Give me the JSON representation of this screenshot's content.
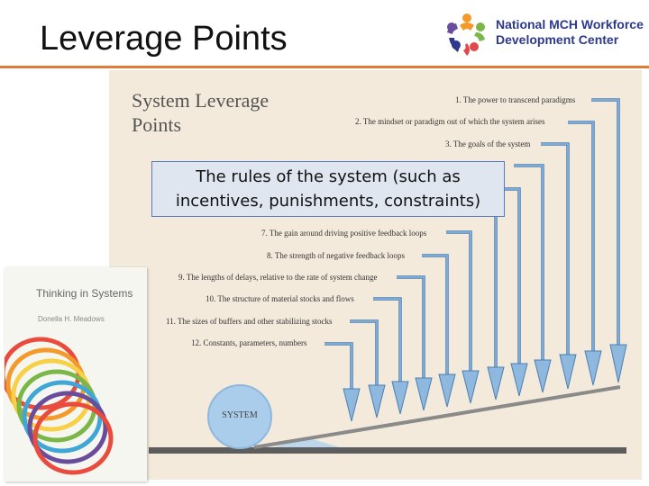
{
  "slide": {
    "title": "Leverage Points"
  },
  "logo": {
    "line1": "National MCH Workforce",
    "line2": "Development Center",
    "icon": "people-circle-logo"
  },
  "diagram": {
    "title_line1": "System Leverage",
    "title_line2": "Points",
    "points": [
      "1. The power to transcend paradigms",
      "2. The mindset or paradigm out of which the system arises",
      "3. The goals of the system",
      "7. The gain around driving positive feedback loops",
      "8. The strength of negative feedback loops",
      "9. The lengths of delays, relative to the rate of system change",
      "10. The structure of material stocks and flows",
      "11. The sizes of buffers and other stabilizing stocks",
      "12. Constants, parameters, numbers"
    ],
    "system_label": "SYSTEM"
  },
  "callout": {
    "line1": "The rules of the system (such as",
    "line2": "incentives, punishments, constraints)"
  },
  "book": {
    "title": "Thinking in Systems",
    "author": "Donella H. Meadows"
  },
  "colors": {
    "title_rule": "#e07b39",
    "arrow_blue": "#8fb8de",
    "arrow_outline": "#4a7fb5",
    "lever_bar": "#5d5d5d",
    "system_ball": "#a9cdea"
  }
}
